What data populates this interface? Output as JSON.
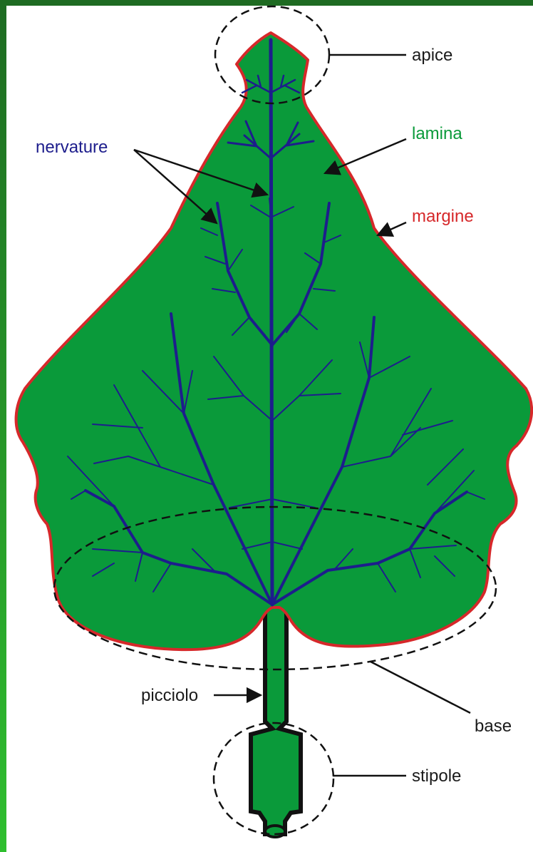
{
  "labels": {
    "apice": "apice",
    "lamina": "lamina",
    "nervature": "nervature",
    "margine": "margine",
    "picciolo": "picciolo",
    "base": "base",
    "stipole": "stipole"
  },
  "colors": {
    "leaf_fill": "#0a9a3a",
    "margin": "#d6282a",
    "veins": "#1d1d8c",
    "frame": "#1e6b22",
    "text_default": "#1a1a1a",
    "lamina_text": "#0a9a3a",
    "margine_text": "#d6282a",
    "nervature_text": "#1d1d8c"
  }
}
